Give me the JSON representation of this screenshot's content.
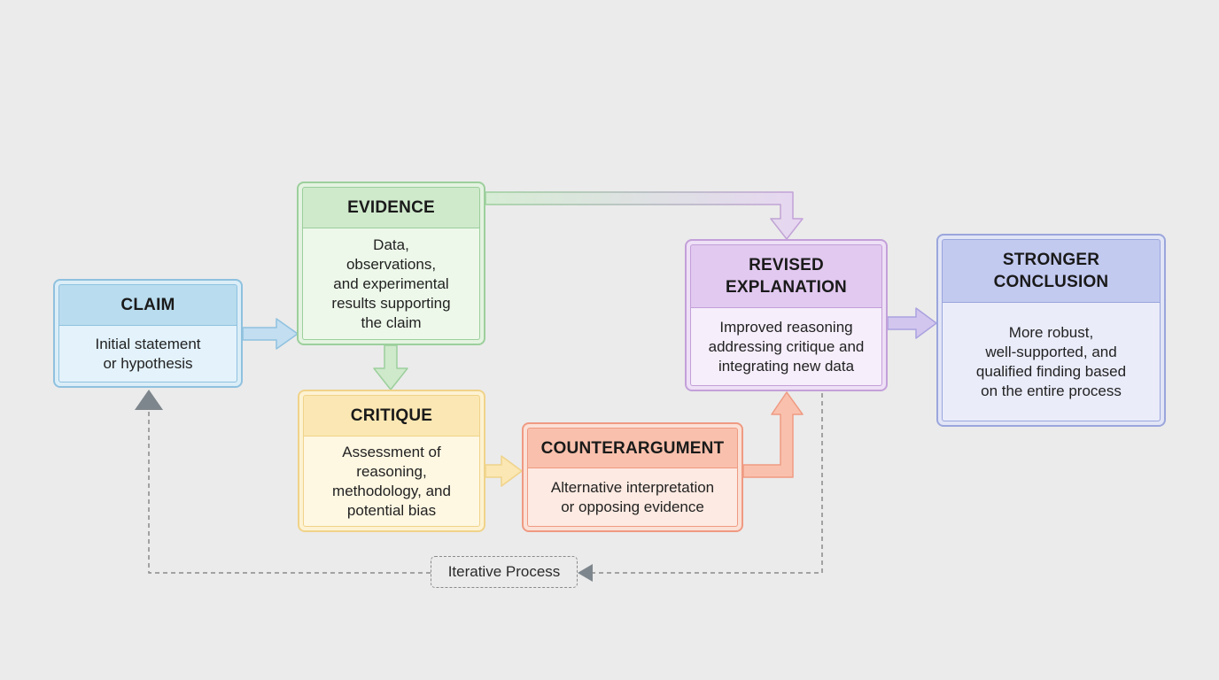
{
  "nodes": {
    "claim": {
      "title": "CLAIM",
      "body": "Initial statement\nor hypothesis"
    },
    "evidence": {
      "title": "EVIDENCE",
      "body": "Data,\nobservations,\nand experimental\nresults supporting\nthe claim"
    },
    "critique": {
      "title": "CRITIQUE",
      "body": "Assessment of\nreasoning,\nmethodology, and\npotential bias"
    },
    "counterargument": {
      "title": "COUNTERARGUMENT",
      "body": "Alternative interpretation\nor opposing evidence"
    },
    "revised": {
      "title": "REVISED\nEXPLANATION",
      "body": "Improved reasoning\naddressing critique and\nintegrating new data"
    },
    "conclusion": {
      "title": "STRONGER\nCONCLUSION",
      "body": "More robust,\nwell-supported, and\nqualified finding based\non the entire process"
    }
  },
  "loop": {
    "label": "Iterative Process"
  },
  "colors": {
    "background": "#ebebeb",
    "claim": "#8fc1df",
    "evidence": "#9ccf9c",
    "critique": "#f0d38a",
    "counterargument": "#ef9a82",
    "revised": "#c3a0d9",
    "conclusion": "#9aa6dc",
    "loop_arrow": "#7d868c"
  }
}
